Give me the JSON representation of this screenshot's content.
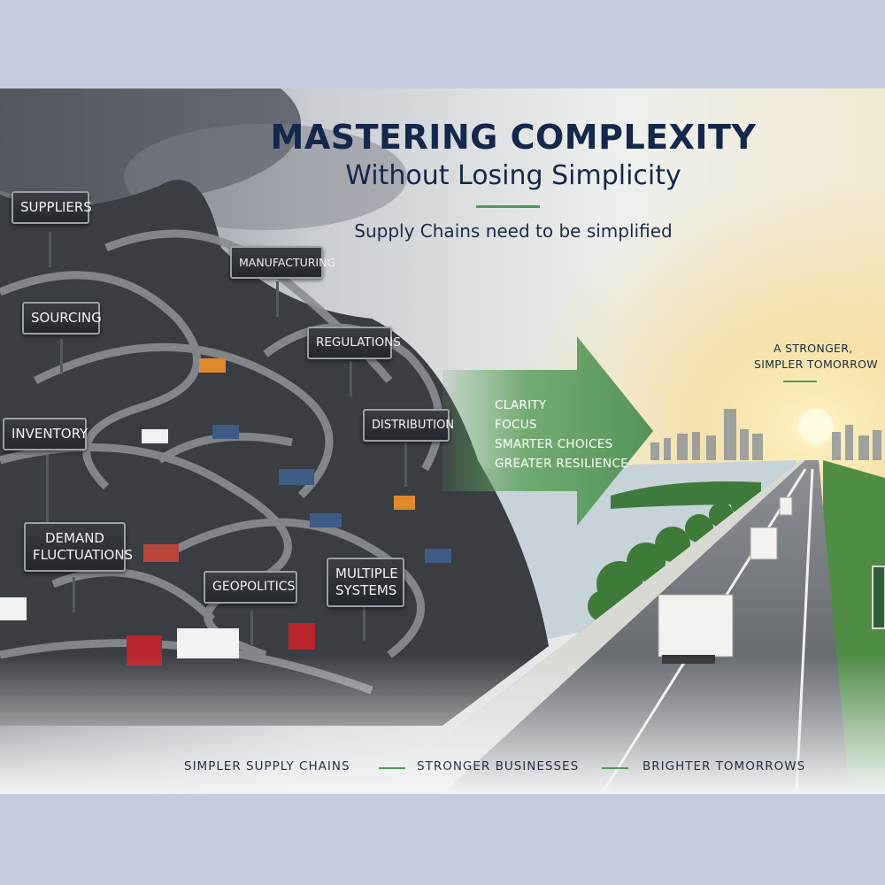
{
  "headline": {
    "title": "MASTERING COMPLEXITY",
    "subtitle": "Without Losing Simplicity",
    "tagline": "Supply Chains need to be simplified"
  },
  "complexity_signs": [
    {
      "id": "suppliers",
      "lines": [
        "SUPPLIERS"
      ]
    },
    {
      "id": "manufacturing",
      "lines": [
        "MANUFACTURING"
      ]
    },
    {
      "id": "sourcing",
      "lines": [
        "SOURCING"
      ]
    },
    {
      "id": "regulations",
      "lines": [
        "REGULATIONS"
      ]
    },
    {
      "id": "inventory",
      "lines": [
        "INVENTORY"
      ]
    },
    {
      "id": "distribution",
      "lines": [
        "DISTRIBUTION"
      ]
    },
    {
      "id": "demand",
      "lines": [
        "DEMAND",
        "FLUCTUATIONS"
      ]
    },
    {
      "id": "geopolitics",
      "lines": [
        "GEOPOLITICS"
      ]
    },
    {
      "id": "systems",
      "lines": [
        "MULTIPLE",
        "SYSTEMS"
      ]
    }
  ],
  "arrow_benefits": [
    "CLARITY",
    "FOCUS",
    "SMARTER CHOICES",
    "GREATER RESILIENCE"
  ],
  "tomorrow_caption": [
    "A STRONGER,",
    "SIMPLER TOMORROW"
  ],
  "footer": [
    "SIMPLER SUPPLY CHAINS",
    "STRONGER BUSINESSES",
    "BRIGHTER TOMORROWS"
  ],
  "colors": {
    "page_bg": "#c3cddd",
    "title": "#13284a",
    "accent_green": "#4f9a55",
    "arrow_green": "#5fa060",
    "sign_bg": "#2c3035"
  }
}
